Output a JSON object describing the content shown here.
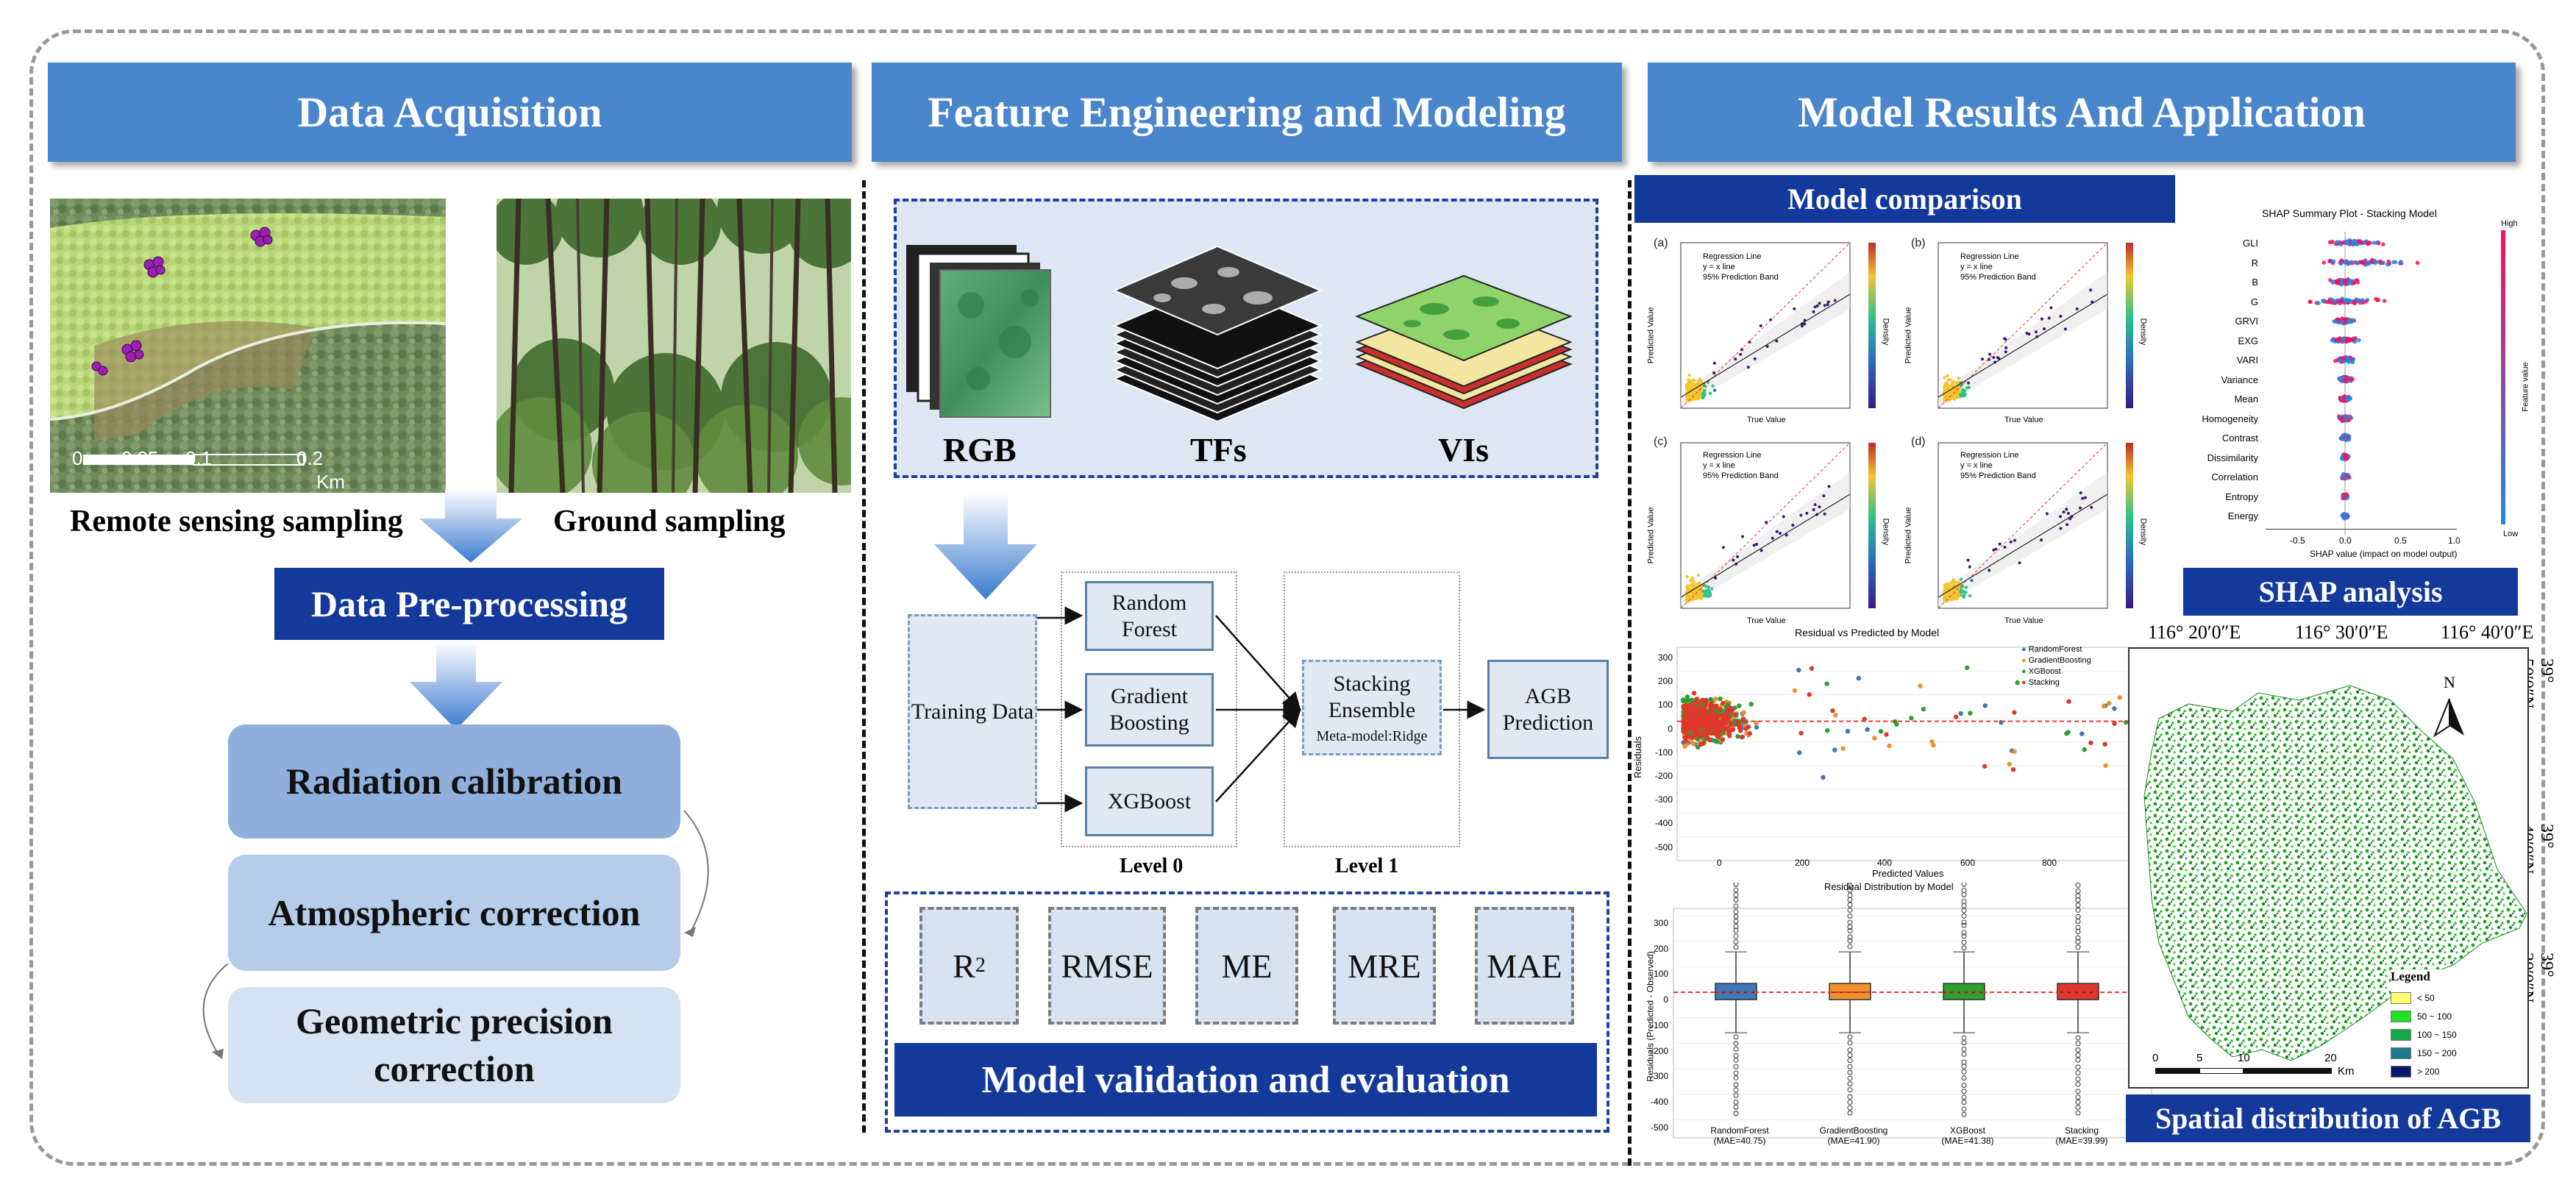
{
  "headers": {
    "data_acquisition": "Data Acquisition",
    "feature_engineering": "Feature Engineering and Modeling",
    "model_results": "Model Results And Application"
  },
  "acquisition": {
    "map_scale": [
      "0",
      "0.05",
      "0.1",
      "0.2"
    ],
    "map_unit": "Km",
    "remote_label": "Remote sensing sampling",
    "ground_label": "Ground sampling",
    "preprocessing_label": "Data Pre-processing",
    "steps": [
      "Radiation calibration",
      "Atmospheric correction",
      "Geometric precision correction"
    ]
  },
  "features": {
    "rgb": "RGB",
    "tfs": "TFs",
    "vis": "VIs"
  },
  "model": {
    "training": "Training Data",
    "base_models": [
      "Random Forest",
      "Gradient Boosting",
      "XGBoost"
    ],
    "stacking_title": "Stacking Ensemble",
    "stacking_meta": "Meta-model:Ridge",
    "output": "AGB Prediction",
    "level0": "Level 0",
    "level1": "Level 1"
  },
  "validation": {
    "metrics": [
      "R",
      "RMSE",
      "ME",
      "MRE",
      "MAE"
    ],
    "r_superscript": "2",
    "title": "Model validation and evaluation"
  },
  "results": {
    "model_comparison": "Model comparison",
    "panel_letters": [
      "(a)",
      "(b)",
      "(c)",
      "(d)"
    ],
    "scatter_legend": [
      "Regression Line",
      "y = x line",
      "95% Prediction Band"
    ],
    "scatter_xlabel": "True Value",
    "scatter_ylabel": "Predicted Value",
    "scatter_colorbar": "Density",
    "residual_title": "Residual vs Predicted by Model",
    "residual_xlabel": "Predicted Values",
    "residual_ylabel": "Residuals",
    "residual_legend": [
      "RandomForest",
      "GradientBoosting",
      "XGBoost",
      "Stacking"
    ],
    "residual_yticks": [
      "300",
      "200",
      "100",
      "0",
      "-100",
      "-200",
      "-300",
      "-400",
      "-500"
    ],
    "residual_xticks": [
      "0",
      "200",
      "400",
      "600",
      "800"
    ],
    "box_title": "Residual Distribution by Model",
    "box_ylabel": "Residuals (Predicted - Observed)",
    "box_yticks": [
      "300",
      "200",
      "100",
      "0",
      "-100",
      "-200",
      "-300",
      "-400",
      "-500"
    ],
    "box_labels": [
      {
        "name": "RandomForest",
        "mae": "(MAE=40.75)"
      },
      {
        "name": "GradientBoosting",
        "mae": "(MAE=41.90)"
      },
      {
        "name": "XGBoost",
        "mae": "(MAE=41.38)"
      },
      {
        "name": "Stacking",
        "mae": "(MAE=39.99)"
      }
    ],
    "shap_title": "SHAP Summary Plot - Stacking Model",
    "shap_features": [
      "GLI",
      "R",
      "B",
      "G",
      "GRVI",
      "EXG",
      "VARI",
      "Variance",
      "Mean",
      "Homogeneity",
      "Contrast",
      "Dissimilarity",
      "Correlation",
      "Entropy",
      "Energy"
    ],
    "shap_xticks": [
      "-0.5",
      "0.0",
      "0.5",
      "1.0"
    ],
    "shap_xlabel": "SHAP value (impact on model output)",
    "shap_high": "High",
    "shap_low": "Low",
    "shap_colorbar": "Feature value",
    "shap_analysis": "SHAP analysis",
    "lon_labels": [
      "116° 20ʹ0″E",
      "116° 30ʹ0″E",
      "116° 40ʹ0″E"
    ],
    "lat_labels": [
      "39° 50ʹ0″N",
      "39° 40ʹ0″N",
      "39° 30ʹ0″N"
    ],
    "north": "N",
    "map_legend_title": "Legend",
    "map_legend": [
      "< 50",
      "50 ~ 100",
      "100 ~ 150",
      "150 ~ 200",
      "> 200"
    ],
    "map_scale": [
      "0",
      "5",
      "10",
      "20"
    ],
    "map_unit": "Km",
    "spatial_title": "Spatial distribution of AGB"
  },
  "colors": {
    "header_blue": "#4a86cc",
    "navy": "#13399b",
    "step1": "#8fb0dd",
    "step2": "#b5cdea",
    "step3": "#d4e2f2",
    "rf": "#3a78b8",
    "gb": "#f28e2b",
    "xgb": "#2ca02c",
    "stk": "#e0372d"
  }
}
